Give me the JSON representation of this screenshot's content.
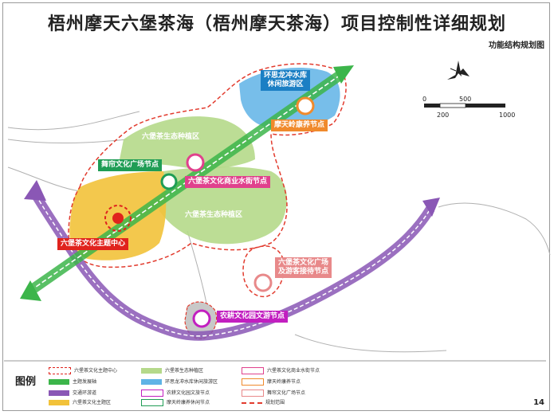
{
  "title": "梧州摩天六堡茶海（梧州摩天茶海）项目控制性详细规划",
  "subtitle": "功能结构规划图",
  "page_number": "14",
  "scale": {
    "ticks": [
      "0",
      "200",
      "500",
      "1000"
    ]
  },
  "nodes": {
    "reservoir_zone": "环思龙冲水库\n休闲旅游区",
    "health_node": "摩天岭康养节点",
    "ecology_north": "六堡茶生态种植区",
    "square_node": "舞帘文化广场节点",
    "commerce_node": "六堡茶文化商业水街节点",
    "ecology_center": "六堡茶生态种植区",
    "theme_center": "六堡茶文化主题中心",
    "plaza_node": "六堡茶文化广场\n及游客接待节点",
    "farming_node": "农耕文化园文游节点"
  },
  "colors": {
    "green_axis": "#3cb54a",
    "purple_road": "#8a57b5",
    "ecology": "#b5d98a",
    "theme_zone": "#f2c23a",
    "reservoir": "#5fb3e6",
    "red_dash": "#e23b2e",
    "node_green": "#1f9d55",
    "node_pink": "#e0418d",
    "node_orange": "#f08a2c",
    "node_red": "#e0231d",
    "node_salmon": "#e8898a",
    "node_magenta": "#c21fc0"
  },
  "legend": {
    "title": "图例",
    "items": [
      "六堡茶文化主题中心",
      "主题发展轴",
      "交通环游道",
      "六堡茶文化主题区",
      "六堡茶生态种植区",
      "环思龙冲水库休闲旅游区",
      "农耕文化园文旅节点",
      "摩天岭康养休闲节点",
      "六堡茶文化商业水街节点",
      "摩天岭康养节点",
      "舞帘文化广场节点",
      "规划范围"
    ]
  }
}
